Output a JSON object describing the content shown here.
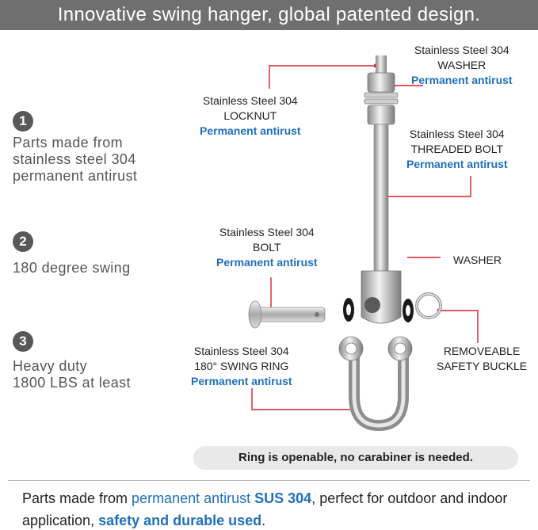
{
  "banner": {
    "title": "Innovative swing hanger, global patented design."
  },
  "features": [
    {
      "number": "1",
      "lines": [
        "Parts made from",
        "stainless steel 304",
        "permanent antirust"
      ]
    },
    {
      "number": "2",
      "lines": [
        "180 degree swing"
      ]
    },
    {
      "number": "3",
      "lines": [
        "Heavy duty",
        "1800 LBS at least"
      ]
    }
  ],
  "labels": {
    "washer_top": {
      "line1": "Stainless Steel 304",
      "line2": "WASHER",
      "antirust": "Permanent antirust"
    },
    "locknut": {
      "line1": "Stainless Steel 304",
      "line2": "LOCKNUT",
      "antirust": "Permanent antirust"
    },
    "threaded_bolt": {
      "line1": "Stainless Steel 304",
      "line2": "THREADED BOLT",
      "antirust": "Permanent antirust"
    },
    "bolt": {
      "line1": "Stainless Steel 304",
      "line2": "BOLT",
      "antirust": "Permanent antirust"
    },
    "washer_side": {
      "line1": "WASHER"
    },
    "swing_ring": {
      "line1": "Stainless Steel 304",
      "line2": "180° SWING  RING",
      "antirust": "Permanent antirust"
    },
    "safety_buckle": {
      "line1": "REMOVEABLE",
      "line2": "SAFETY BUCKLE"
    }
  },
  "callout": "Ring is openable, no carabiner is needed.",
  "bottom": {
    "part1": "Parts made from ",
    "part2": "permanent antirust ",
    "part3": "SUS 304",
    "part4": ", perfect for outdoor and indoor application, ",
    "part5": "safety and durable used",
    "part6": "."
  },
  "colors": {
    "banner": "#6f6f6f",
    "accent_blue": "#1f6fbf",
    "leader_red": "#d9232b",
    "steel": "#b8b8b8"
  }
}
